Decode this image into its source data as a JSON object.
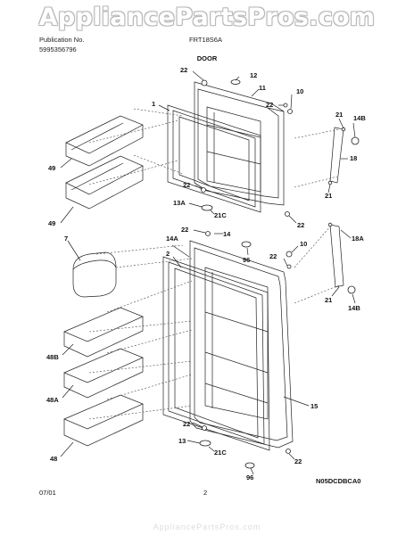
{
  "watermark": "AppliancePartsPros.com",
  "header": {
    "publication_label": "Publication No.",
    "publication_no": "5995356796",
    "model": "FRT18S6A"
  },
  "section_title": "DOOR",
  "callouts": {
    "c22_top": "22",
    "c12": "12",
    "c11": "11",
    "c10_top": "10",
    "c22_right": "22",
    "c1": "1",
    "c21_top": "21",
    "c14b_top": "14B",
    "c18": "18",
    "c49_top": "49",
    "c21_mid": "21",
    "c22_left": "22",
    "c13a": "13A",
    "c21c_top": "21C",
    "c22_rightlow": "22",
    "c49_bot": "49",
    "c22_mid": "22",
    "c14": "14",
    "c14a": "14A",
    "c96_top": "96",
    "c10_mid": "10",
    "c7": "7",
    "c2": "2",
    "c22_fz": "22",
    "c18a": "18A",
    "c21_low": "21",
    "c14b_low": "14B",
    "c48b": "48B",
    "c48a": "48A",
    "c15": "15",
    "c48": "48",
    "c22_bot": "22",
    "c13": "13",
    "c21c_bot": "21C",
    "c22_br": "22",
    "c96_bot": "96"
  },
  "footer": {
    "date": "07/01",
    "page": "2",
    "code": "N05DCDBCA0"
  }
}
